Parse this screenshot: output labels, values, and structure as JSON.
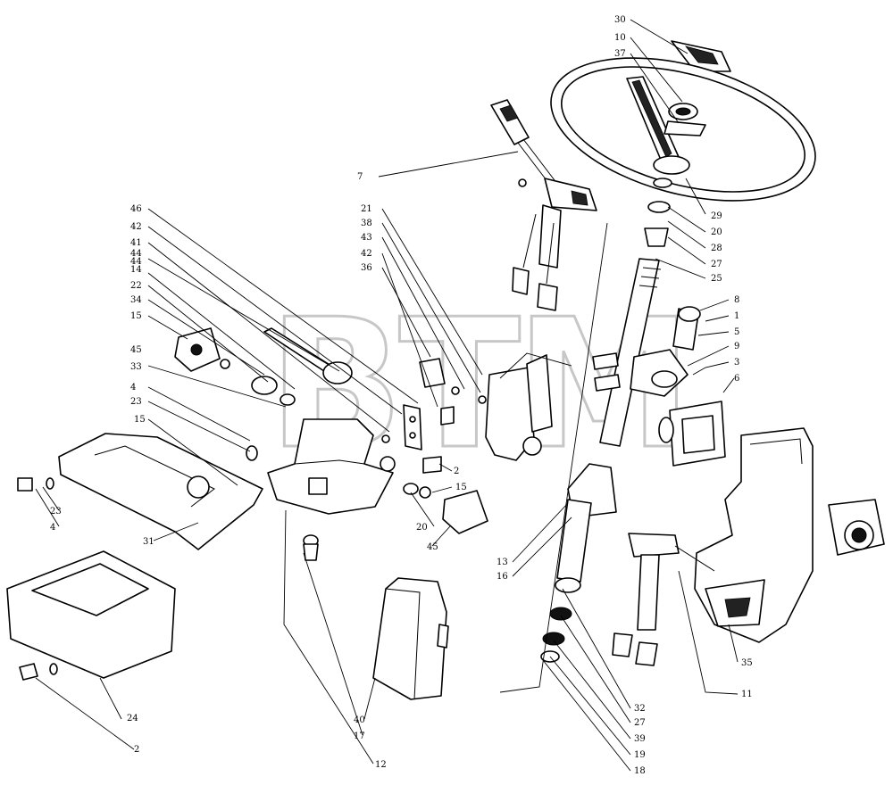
{
  "watermark": "BTM",
  "callouts": [
    {
      "id": "c30",
      "text": "30"
    },
    {
      "id": "c10",
      "text": "10"
    },
    {
      "id": "c37",
      "text": "37"
    },
    {
      "id": "c7",
      "text": "7"
    },
    {
      "id": "c29",
      "text": "29"
    },
    {
      "id": "c20a",
      "text": "20"
    },
    {
      "id": "c28",
      "text": "28"
    },
    {
      "id": "c27a",
      "text": "27"
    },
    {
      "id": "c25",
      "text": "25"
    },
    {
      "id": "c8",
      "text": "8"
    },
    {
      "id": "c1",
      "text": "1"
    },
    {
      "id": "c5",
      "text": "5"
    },
    {
      "id": "c9",
      "text": "9"
    },
    {
      "id": "c3",
      "text": "3"
    },
    {
      "id": "c6",
      "text": "6"
    },
    {
      "id": "c21",
      "text": "21"
    },
    {
      "id": "c38",
      "text": "38"
    },
    {
      "id": "c43",
      "text": "43"
    },
    {
      "id": "c42a",
      "text": "42"
    },
    {
      "id": "c36",
      "text": "36"
    },
    {
      "id": "c46",
      "text": "46"
    },
    {
      "id": "c42b",
      "text": "42"
    },
    {
      "id": "c41",
      "text": "41"
    },
    {
      "id": "c44a",
      "text": "44"
    },
    {
      "id": "c44b",
      "text": "44"
    },
    {
      "id": "c14",
      "text": "14"
    },
    {
      "id": "c22",
      "text": "22"
    },
    {
      "id": "c34",
      "text": "34"
    },
    {
      "id": "c15a",
      "text": "15"
    },
    {
      "id": "c45a",
      "text": "45"
    },
    {
      "id": "c33",
      "text": "33"
    },
    {
      "id": "c4a",
      "text": "4"
    },
    {
      "id": "c23a",
      "text": "23"
    },
    {
      "id": "c15b",
      "text": "15"
    },
    {
      "id": "c23b",
      "text": "23"
    },
    {
      "id": "c4b",
      "text": "4"
    },
    {
      "id": "c31",
      "text": "31"
    },
    {
      "id": "c2a",
      "text": "2"
    },
    {
      "id": "c15c",
      "text": "15"
    },
    {
      "id": "c20b",
      "text": "20"
    },
    {
      "id": "c45b",
      "text": "45"
    },
    {
      "id": "c13",
      "text": "13"
    },
    {
      "id": "c16",
      "text": "16"
    },
    {
      "id": "c35",
      "text": "35"
    },
    {
      "id": "c11",
      "text": "11"
    },
    {
      "id": "c32",
      "text": "32"
    },
    {
      "id": "c27b",
      "text": "27"
    },
    {
      "id": "c39",
      "text": "39"
    },
    {
      "id": "c19",
      "text": "19"
    },
    {
      "id": "c18",
      "text": "18"
    },
    {
      "id": "c40",
      "text": "40"
    },
    {
      "id": "c17",
      "text": "17"
    },
    {
      "id": "c12",
      "text": "12"
    },
    {
      "id": "c24",
      "text": "24"
    },
    {
      "id": "c2b",
      "text": "2"
    }
  ]
}
